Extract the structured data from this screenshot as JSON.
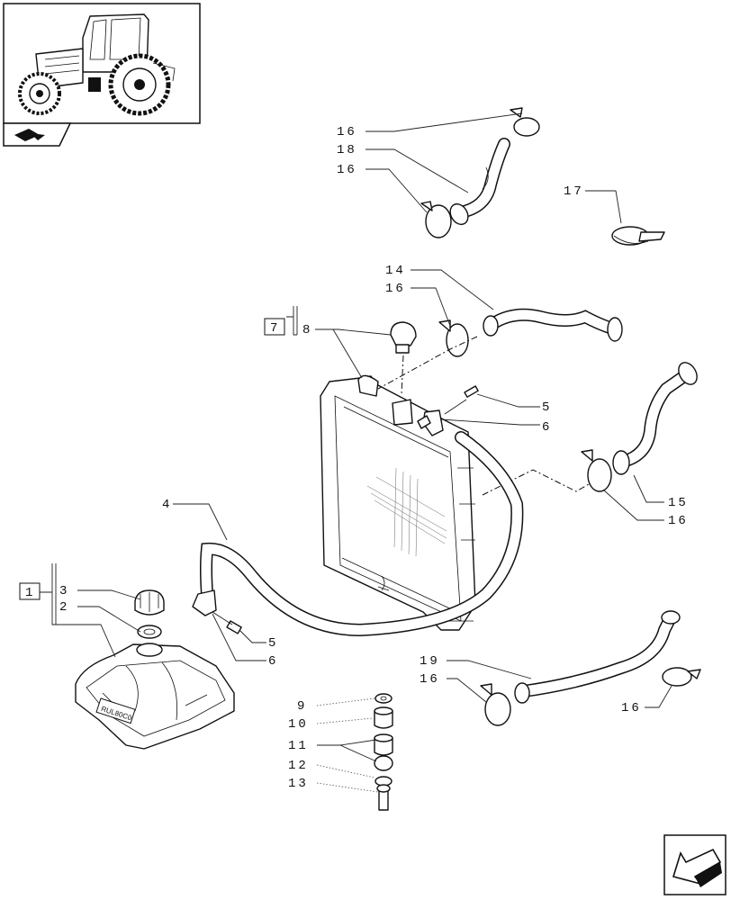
{
  "labels": {
    "L16a": "16",
    "L18": "18",
    "L16b": "16",
    "L17": "17",
    "L14": "14",
    "L16c": "16",
    "L7": "7",
    "L8": "8",
    "L5a": "5",
    "L6a": "6",
    "L4": "4",
    "L15": "15",
    "L16d": "16",
    "L1": "1",
    "L3": "3",
    "L2": "2",
    "L5b": "5",
    "L6b": "6",
    "L19": "19",
    "L16e": "16",
    "L16f": "16",
    "L9": "9",
    "L10": "10",
    "L11": "11",
    "L12": "12",
    "L13": "13"
  },
  "tank_logo": "RUL80C0"
}
